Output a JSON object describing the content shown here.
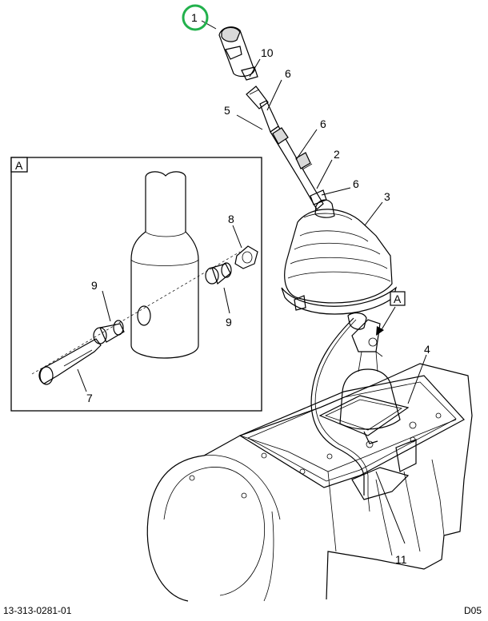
{
  "callouts": {
    "c1": "1",
    "c10": "10",
    "c6a": "6",
    "c5": "5",
    "c6b": "6",
    "c2": "2",
    "c6c": "6",
    "c3": "3",
    "cA": "A",
    "c4": "4",
    "c11": "11"
  },
  "detail": {
    "view_label": "A",
    "c8": "8",
    "c9a": "9",
    "c9b": "9",
    "c7": "7"
  },
  "footer": {
    "doc_number": "13-313-0281-01",
    "sheet_code": "D05"
  },
  "highlight_color": "#22b14c"
}
